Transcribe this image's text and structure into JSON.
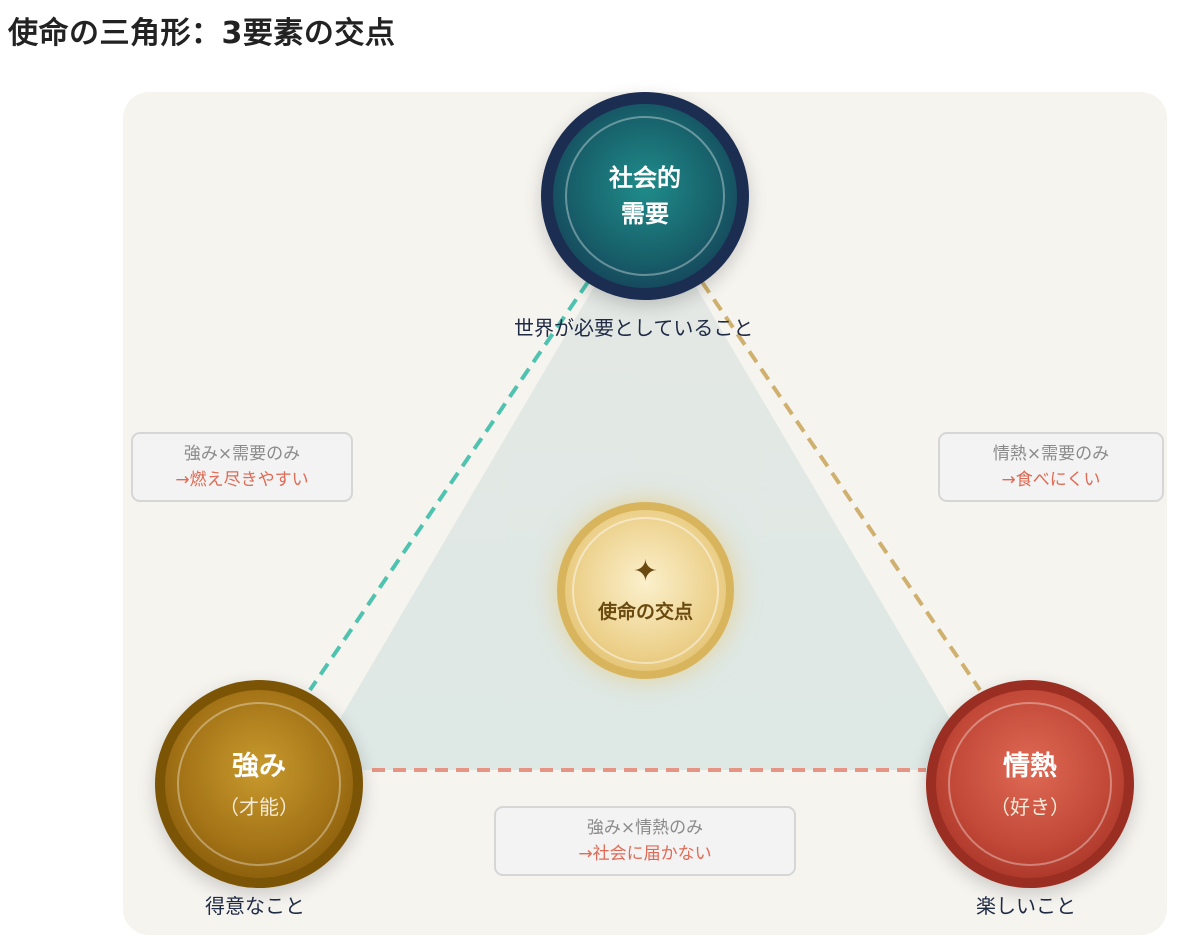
{
  "title": "使命の三角形：3要素の交点",
  "nodes": {
    "need": {
      "title_line1": "社会的",
      "title_line2": "需要",
      "caption": "世界が必要としていること"
    },
    "strength": {
      "title": "強み",
      "subtitle": "（才能）",
      "caption": "得意なこと"
    },
    "passion": {
      "title": "情熱",
      "subtitle": "（好き）",
      "caption": "楽しいこと"
    }
  },
  "center": {
    "icon": "sparkle-icon",
    "glyph": "✦",
    "label": "使命の交点"
  },
  "notes": {
    "left": {
      "combo": "強み×需要のみ",
      "result": "→燃え尽きやすい"
    },
    "right": {
      "combo": "情熱×需要のみ",
      "result": "→食べにくい"
    },
    "bottom": {
      "combo": "強み×情熱のみ",
      "result": "→社会に届かない"
    }
  },
  "colors": {
    "edge_need_strength": "#4fc3b0",
    "edge_need_passion": "#cfb06e",
    "edge_strength_passion": "#e69585",
    "triangle_fill": "#dfe8e6",
    "accent_text": "#e06a55"
  }
}
